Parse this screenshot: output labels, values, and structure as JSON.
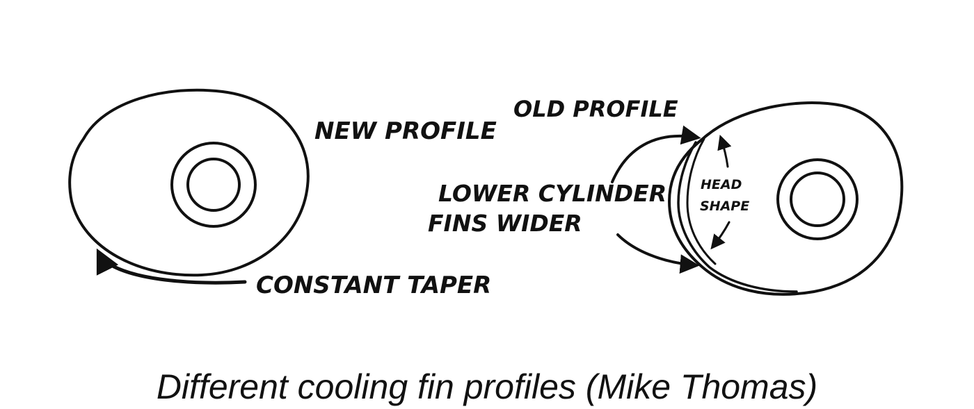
{
  "labels": {
    "new_profile": "NEW PROFILE",
    "old_profile": "OLD PROFILE",
    "lower_cylinder_line1": "LOWER CYLINDER",
    "lower_cylinder_line2": "FINS WIDER",
    "head_shape_line1": "HEAD",
    "head_shape_line2": "SHAPE",
    "constant_taper": "CONSTANT TAPER"
  },
  "caption": "Different cooling fin profiles (Mike Thomas)",
  "colors": {
    "ink": "#111111",
    "background": "#ffffff"
  }
}
